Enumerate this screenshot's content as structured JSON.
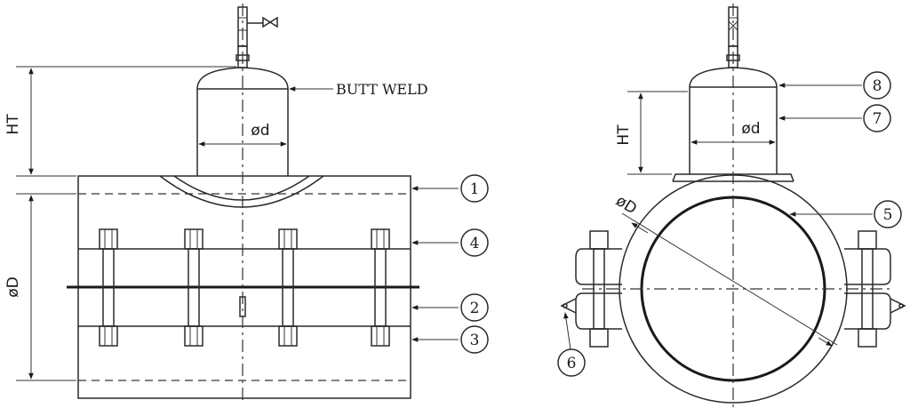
{
  "labels": {
    "butt_weld": "BUTT WELD",
    "ht_left": "HT",
    "ht_right": "HT",
    "small_d_left": "ød",
    "small_d_right": "ød",
    "big_d_left": "øD",
    "big_d_right": "øD"
  },
  "callouts": [
    "1",
    "2",
    "3",
    "4",
    "5",
    "6",
    "7",
    "8"
  ],
  "colors": {
    "line": "#2a2a2a",
    "background": "#ffffff"
  }
}
